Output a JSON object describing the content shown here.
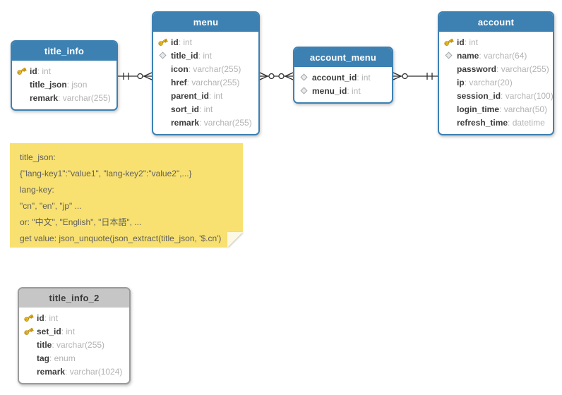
{
  "colors": {
    "table_header_blue": "#3d81b3",
    "table_border_blue": "#3d81b3",
    "table_header_gray": "#c6c6c6",
    "table_border_gray": "#9b9b9b",
    "field_name": "#3c3c3c",
    "field_type": "#b3b3b3",
    "note_bg": "#f8e170",
    "note_text": "#5f5f5f",
    "connector": "#2f2f2f"
  },
  "tables": [
    {
      "name": "title_info",
      "fields": [
        {
          "icon": "key",
          "name": "id",
          "type": "int"
        },
        {
          "icon": "none",
          "name": "title_json",
          "type": "json"
        },
        {
          "icon": "none",
          "name": "remark",
          "type": "varchar(255)"
        }
      ]
    },
    {
      "name": "menu",
      "fields": [
        {
          "icon": "key",
          "name": "id",
          "type": "int"
        },
        {
          "icon": "diamond",
          "name": "title_id",
          "type": "int"
        },
        {
          "icon": "none",
          "name": "icon",
          "type": "varchar(255)"
        },
        {
          "icon": "none",
          "name": "href",
          "type": "varchar(255)"
        },
        {
          "icon": "none",
          "name": "parent_id",
          "type": "int"
        },
        {
          "icon": "none",
          "name": "sort_id",
          "type": "int"
        },
        {
          "icon": "none",
          "name": "remark",
          "type": "varchar(255)"
        }
      ]
    },
    {
      "name": "account_menu",
      "fields": [
        {
          "icon": "diamond",
          "name": "account_id",
          "type": "int"
        },
        {
          "icon": "diamond",
          "name": "menu_id",
          "type": "int"
        }
      ]
    },
    {
      "name": "account",
      "fields": [
        {
          "icon": "key",
          "name": "id",
          "type": "int"
        },
        {
          "icon": "diamond",
          "name": "name",
          "type": "varchar(64)"
        },
        {
          "icon": "none",
          "name": "password",
          "type": "varchar(255)"
        },
        {
          "icon": "none",
          "name": "ip",
          "type": "varchar(20)"
        },
        {
          "icon": "none",
          "name": "session_id",
          "type": "varchar(100)"
        },
        {
          "icon": "none",
          "name": "login_time",
          "type": "varchar(50)"
        },
        {
          "icon": "none",
          "name": "refresh_time",
          "type": "datetime"
        }
      ]
    },
    {
      "name": "title_info_2",
      "fields": [
        {
          "icon": "key",
          "name": "id",
          "type": "int"
        },
        {
          "icon": "key",
          "name": "set_id",
          "type": "int"
        },
        {
          "icon": "none",
          "name": "title",
          "type": "varchar(255)"
        },
        {
          "icon": "none",
          "name": "tag",
          "type": "enum"
        },
        {
          "icon": "none",
          "name": "remark",
          "type": "varchar(1024)"
        }
      ]
    }
  ],
  "relationships": [
    {
      "from": "title_info",
      "to": "menu",
      "from_cardinality": "one",
      "to_cardinality": "zero-or-many"
    },
    {
      "from": "menu",
      "to": "account_menu",
      "from_cardinality": "zero-or-many",
      "to_cardinality": "zero-or-many"
    },
    {
      "from": "account_menu",
      "to": "account",
      "from_cardinality": "zero-or-many",
      "to_cardinality": "one"
    }
  ],
  "note": {
    "lines": [
      "title_json:",
      "{\"lang-key1\":\"value1\", \"lang-key2\":\"value2\",...}",
      "lang-key:",
      "\"cn\", \"en\", \"jp\" ...",
      "or: \"中文\", \"English\", \"日本語\", ...",
      "get value: json_unquote(json_extract(title_json, '$.cn')"
    ]
  }
}
